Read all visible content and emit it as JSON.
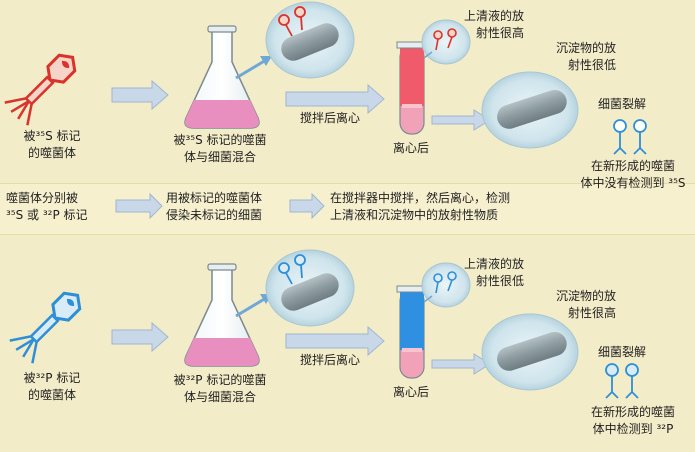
{
  "colors": {
    "background": "#f3ecc9",
    "arrow_fill": "#c9d8e8",
    "s35_phage": "#d9342b",
    "p32_phage": "#2f8fd6",
    "flask_liquid_pink": "#e88fbf",
    "tube_top_red": "#ef5b6a",
    "tube_top_blue": "#2f8fe0",
    "tube_bottom": "#f2a2b8",
    "bacterium": "#8a9aa0",
    "circle_bg": "#cfe4ec"
  },
  "top": {
    "phage_label_line1": "被³⁵S 标记",
    "phage_label_line2": "的噬菌体",
    "flask_label_line1": "被³⁵S 标记的噬菌",
    "flask_label_line2": "体与细菌混合",
    "stir_label": "搅拌后离心",
    "tube_label": "离心后",
    "supernatant_line1": "上清液的放",
    "supernatant_line2": "射性很高",
    "precipitate_line1": "沉淀物的放",
    "precipitate_line2": "射性很低",
    "lysis_label": "细菌裂解",
    "result_line1": "在新形成的噬菌",
    "result_line2": "体中没有检测到 ³⁵S"
  },
  "middle": {
    "step1_line1": "噬菌体分别被",
    "step1_line2": "³⁵S 或 ³²P 标记",
    "step2_line1": "用被标记的噬菌体",
    "step2_line2": "侵染未标记的细菌",
    "step3_line1": "在搅拌器中搅拌，然后离心，检测",
    "step3_line2": "上清液和沉淀物中的放射性物质"
  },
  "bottom": {
    "phage_label_line1": "被³²P 标记",
    "phage_label_line2": "的噬菌体",
    "flask_label_line1": "被³²P 标记的噬菌",
    "flask_label_line2": "体与细菌混合",
    "stir_label": "搅拌后离心",
    "tube_label": "离心后",
    "supernatant_line1": "上清液的放",
    "supernatant_line2": "射性很低",
    "precipitate_line1": "沉淀物的放",
    "precipitate_line2": "射性很高",
    "lysis_label": "细菌裂解",
    "result_line1": "在新形成的噬菌",
    "result_line2": "体中检测到 ³²P"
  }
}
